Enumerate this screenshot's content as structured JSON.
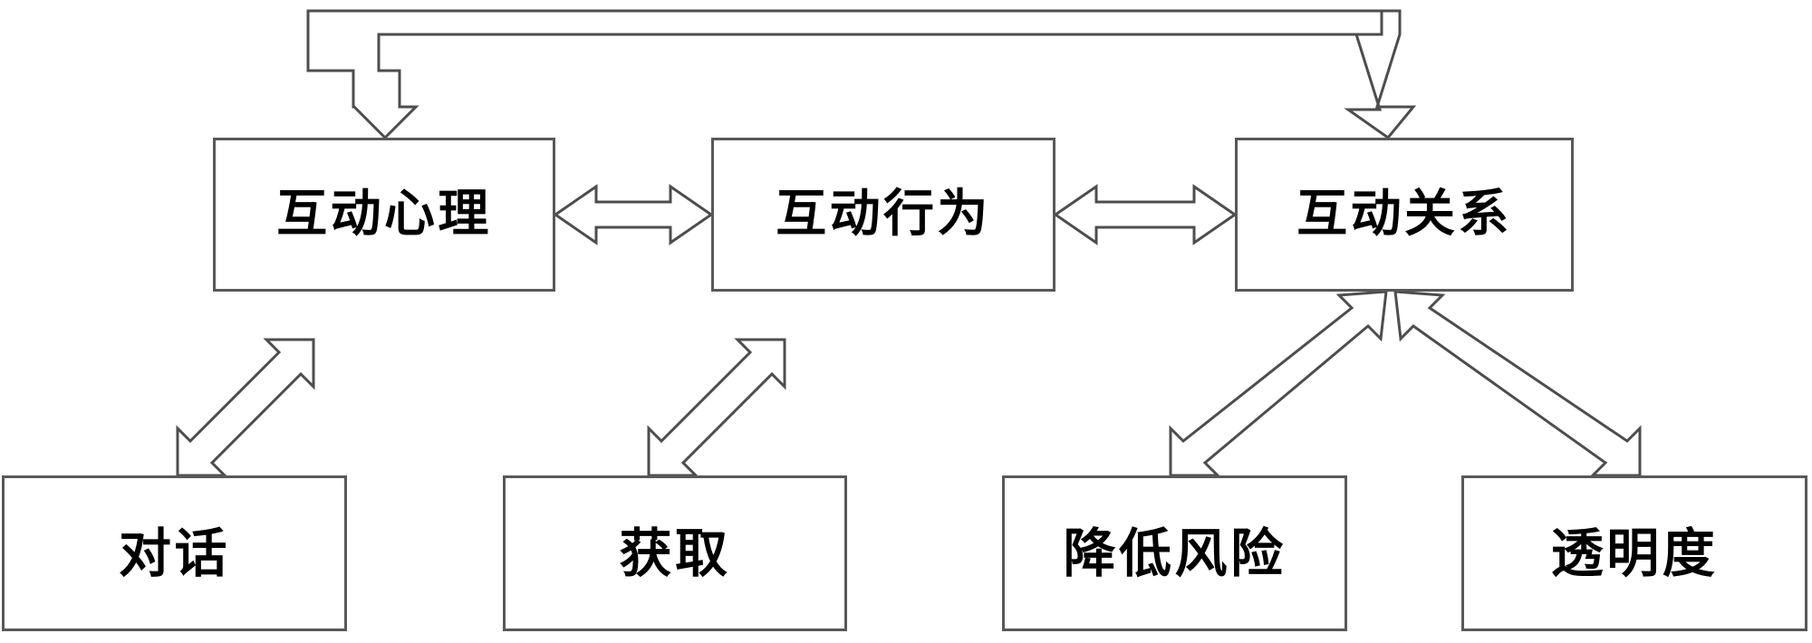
{
  "diagram": {
    "type": "flowchart",
    "orientation": "top-down-with-feedback-loop",
    "top_row": [
      {
        "id": "interaction-psychology",
        "label": "互动心理"
      },
      {
        "id": "interaction-behavior",
        "label": "互动行为"
      },
      {
        "id": "interaction-relationship",
        "label": "互动关系"
      }
    ],
    "bottom_row": [
      {
        "id": "dialogue",
        "label": "对话"
      },
      {
        "id": "acquisition",
        "label": "获取"
      },
      {
        "id": "reduce-risk",
        "label": "降低风险"
      },
      {
        "id": "transparency",
        "label": "透明度"
      }
    ],
    "connections": [
      {
        "from": "interaction-psychology",
        "to": "interaction-behavior",
        "style": "bidirectional-horizontal"
      },
      {
        "from": "interaction-behavior",
        "to": "interaction-relationship",
        "style": "bidirectional-horizontal"
      },
      {
        "from": "dialogue",
        "to": "interaction-psychology",
        "style": "bidirectional-diagonal"
      },
      {
        "from": "acquisition",
        "to": "interaction-behavior",
        "style": "bidirectional-diagonal"
      },
      {
        "from": "reduce-risk",
        "to": "interaction-relationship",
        "style": "bidirectional-diagonal"
      },
      {
        "from": "transparency",
        "to": "interaction-relationship",
        "style": "bidirectional-diagonal"
      },
      {
        "from": "interaction-relationship",
        "to": "interaction-psychology",
        "style": "feedback-loop-top"
      }
    ],
    "colors": {
      "box_border": "#58585a",
      "arrow_stroke": "#4d4d4d",
      "background": "#ffffff",
      "text": "#000000"
    }
  }
}
